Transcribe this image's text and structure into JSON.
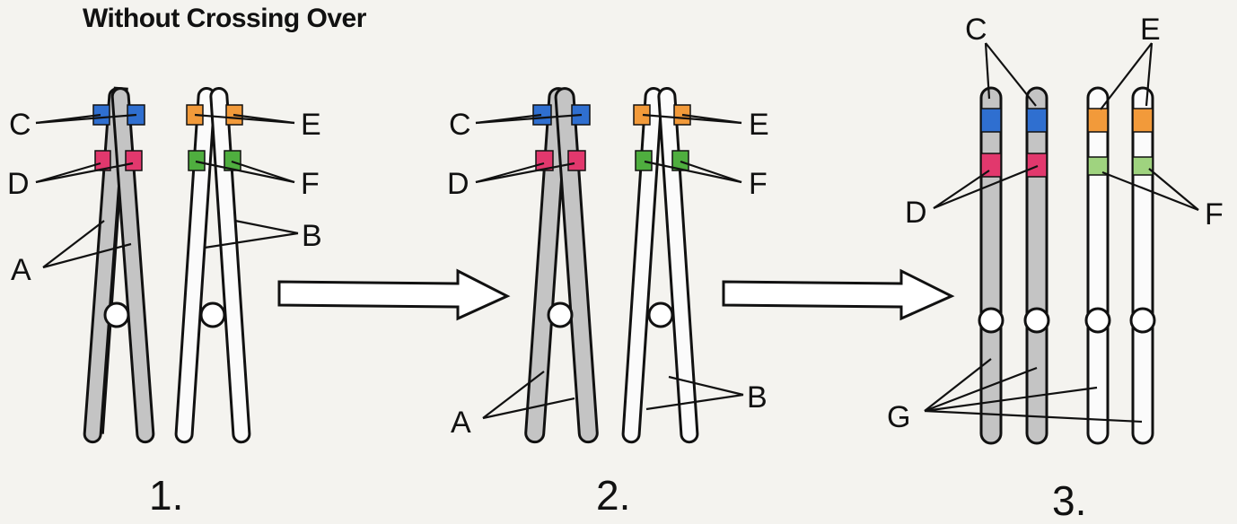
{
  "title": "Without Crossing Over",
  "steps": [
    "1.",
    "2.",
    "3."
  ],
  "labels": {
    "C": "C",
    "D": "D",
    "E": "E",
    "F": "F",
    "A": "A",
    "B": "B",
    "G": "G"
  },
  "colors": {
    "C": "#2f6fd0",
    "D": "#e2386d",
    "E": "#f29a3a",
    "F": "#4fae3f",
    "gray_chromatid": "#c4c4c4",
    "white_chromatid": "#fbfbfb"
  }
}
